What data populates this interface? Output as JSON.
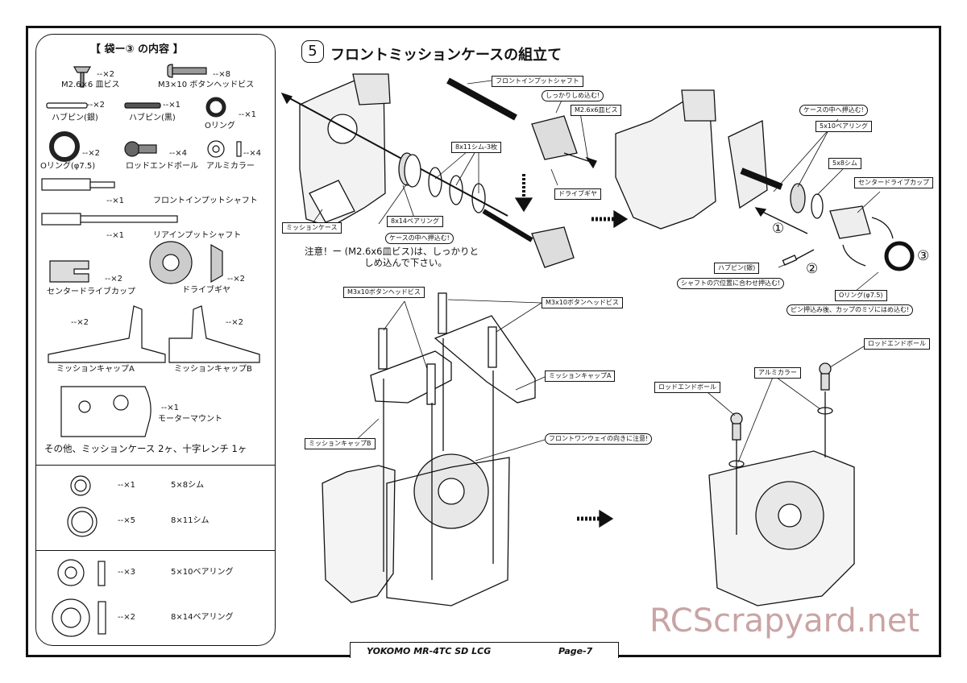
{
  "parts_list": {
    "header": "【 袋ー③ の内容 】",
    "items": [
      {
        "name": "M2.6×6 皿ビス",
        "qty": "--×2"
      },
      {
        "name": "M3×10 ボタンヘッドビス",
        "qty": "--×8"
      },
      {
        "name": "ハブピン(銀)",
        "qty": "--×2"
      },
      {
        "name": "ハブピン(黒)",
        "qty": "--×1"
      },
      {
        "name": "Oリング",
        "qty": "--×1"
      },
      {
        "name": "Oリング(φ7.5)",
        "qty": "--×2"
      },
      {
        "name": "ロッドエンドボール",
        "qty": "--×4"
      },
      {
        "name": "アルミカラー",
        "qty": "--×4"
      },
      {
        "name": "フロントインプットシャフト",
        "qty": "--×1"
      },
      {
        "name": "リアインプットシャフト",
        "qty": "--×1"
      },
      {
        "name": "センタードライブカップ",
        "qty": "--×2"
      },
      {
        "name": "ドライブギヤ",
        "qty": "--×2"
      },
      {
        "name": "ミッションキャップA",
        "qty": "--×2"
      },
      {
        "name": "ミッションキャップB",
        "qty": "--×2"
      },
      {
        "name": "モーターマウント",
        "qty": "--×1"
      }
    ],
    "other": "その他、ミッションケース 2ヶ、十字レンチ 1ヶ",
    "shims": [
      {
        "qty": "--×1",
        "name": "5×8シム"
      },
      {
        "qty": "--×5",
        "name": "8×11シム"
      }
    ],
    "bearings": [
      {
        "qty": "--×3",
        "name": "5×10ベアリング"
      },
      {
        "qty": "--×2",
        "name": "8×14ベアリング"
      }
    ]
  },
  "step": {
    "number": "5",
    "title": "フロントミッションケースの組立て",
    "note": [
      "注意！ー (M2.6x6皿ビス)は、しっかりと",
      "しめ込んで下さい。"
    ],
    "callouts": {
      "front_input_shaft": "フロントインプットシャフト",
      "tighten": "しっかりしめ込む!",
      "m26_screw": "M2.6x6皿ビス",
      "shim_8x11": "8x11シム-3枚",
      "drive_gear": "ドライブギヤ",
      "mission_case": "ミッションケース",
      "bearing_8x14": "8x14ベアリング",
      "press_into_case_1": "ケースの中へ押込む!",
      "press_into_case_2": "ケースの中へ押込む!",
      "bearing_5x10": "5x10ベアリング",
      "shim_5x8": "5x8シム",
      "center_drive_cup": "センタードライブカップ",
      "hub_pin_silver": "ハブピン(銀)",
      "align_shaft_hole": "シャフトの穴位置に合わせ押込む!",
      "oring_75": "Oリング(φ7.5)",
      "after_pin": "ピン押込み後、カップのミゾにはめ込む!",
      "m3x10_a": "M3x10ボタンヘッドビス",
      "m3x10_b": "M3x10ボタンヘッドビス",
      "mission_cap_a": "ミッションキャップA",
      "mission_cap_b": "ミッションキャップB",
      "oneway_note": "フロントワンウェイの向きに注意!",
      "rod_end_ball_1": "ロッドエンドボール",
      "rod_end_ball_2": "ロッドエンドボール",
      "alu_collar": "アルミカラー"
    },
    "order_marks": [
      "①",
      "②",
      "③"
    ]
  },
  "footer": {
    "model": "YOKOMO MR-4TC SD LCG",
    "page": "Page-7"
  },
  "watermark": "RCScrapyard.net"
}
